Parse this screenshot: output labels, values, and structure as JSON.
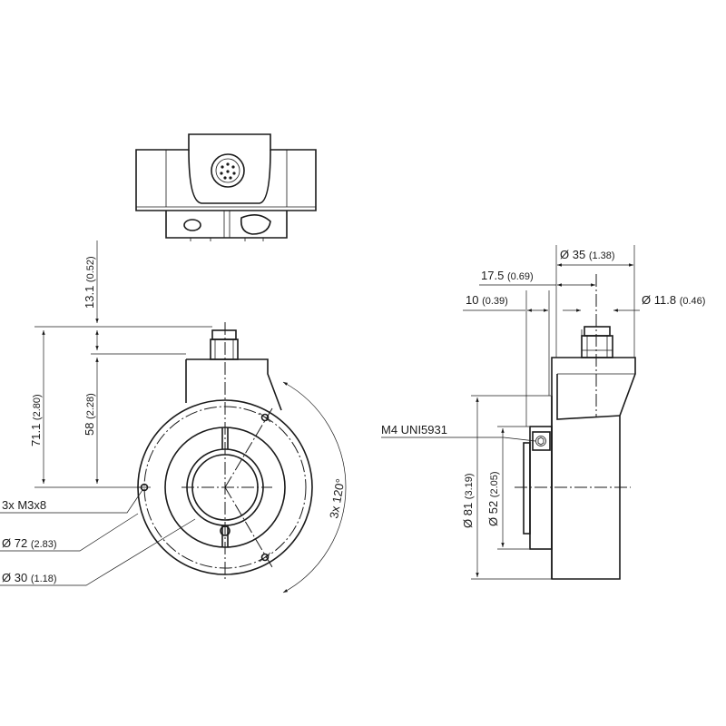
{
  "drawing": {
    "dimensions": {
      "d13": {
        "mm": "13.1",
        "inch": "(0.52)"
      },
      "d71": {
        "mm": "71.1",
        "inch": "(2.80)"
      },
      "d58": {
        "mm": "58",
        "inch": "(2.28)"
      },
      "d120": {
        "text": "3x 120°"
      },
      "m3": {
        "text": "3x M3x8"
      },
      "dia72": {
        "mm": "Ø 72",
        "inch": "(2.83)"
      },
      "dia30": {
        "mm": "Ø 30",
        "inch": "(1.18)"
      },
      "dia35": {
        "mm": "Ø 35",
        "inch": "(1.38)"
      },
      "d175": {
        "mm": "17.5",
        "inch": "(0.69)"
      },
      "d10": {
        "mm": "10",
        "inch": "(0.39)"
      },
      "dia118": {
        "mm": "Ø 11.8",
        "inch": "(0.46)"
      },
      "m4": {
        "text": "M4 UNI5931"
      },
      "dia81": {
        "mm": "Ø 81",
        "inch": "(3.19)"
      },
      "dia52": {
        "mm": "Ø 52",
        "inch": "(2.05)"
      }
    }
  }
}
